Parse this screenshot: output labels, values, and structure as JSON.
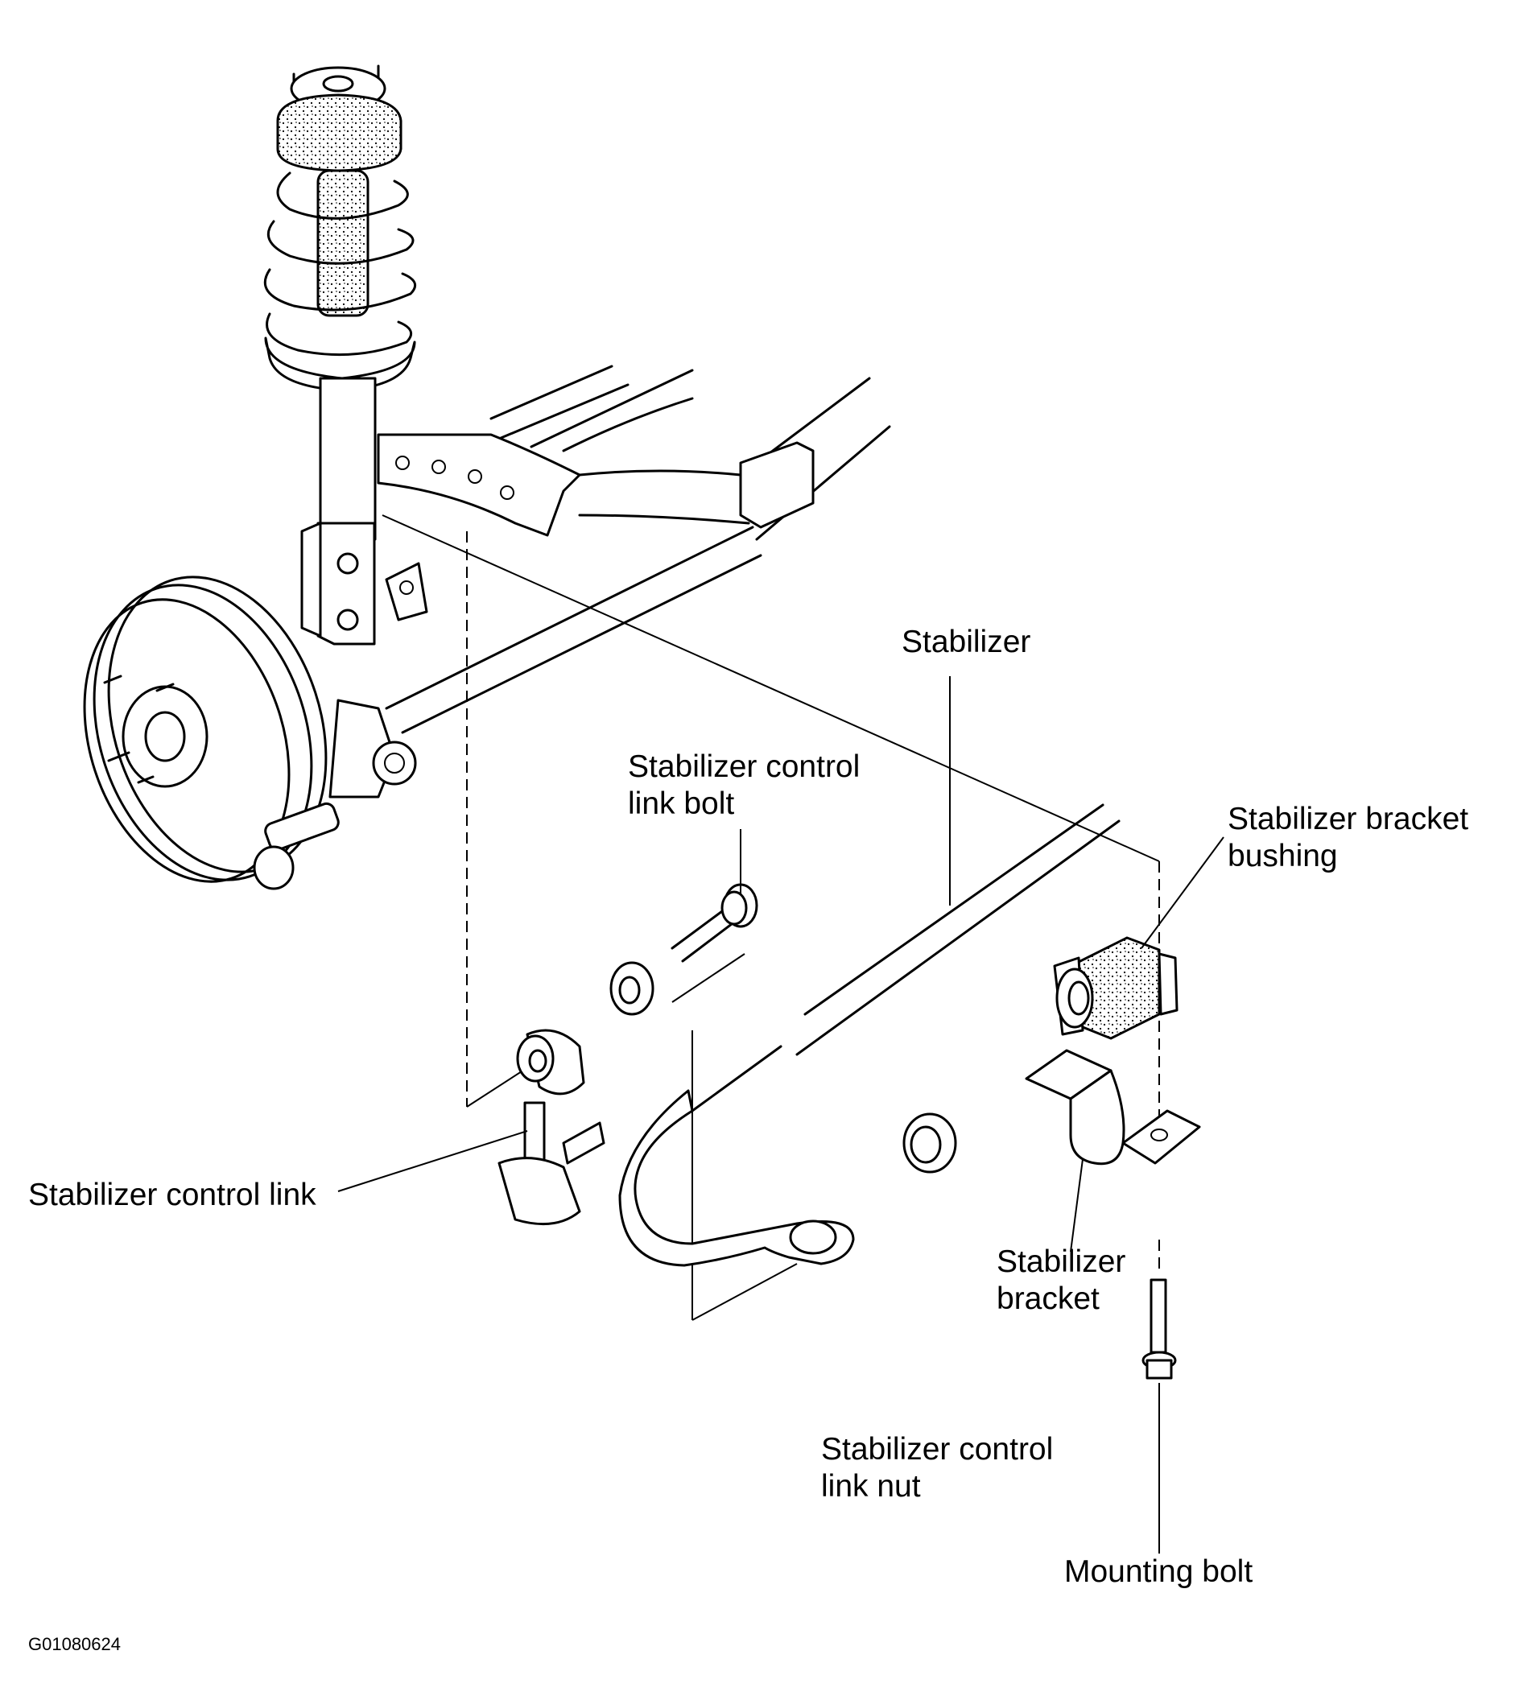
{
  "figure_id": "G01080624",
  "labels": {
    "stabilizer": "Stabilizer",
    "control_link_bolt": "Stabilizer control\nlink bolt",
    "bracket_bushing": "Stabilizer bracket\nbushing",
    "control_link": "Stabilizer control link",
    "bracket": "Stabilizer\nbracket",
    "control_link_nut": "Stabilizer control\nlink nut",
    "mounting_bolt": "Mounting bolt"
  }
}
